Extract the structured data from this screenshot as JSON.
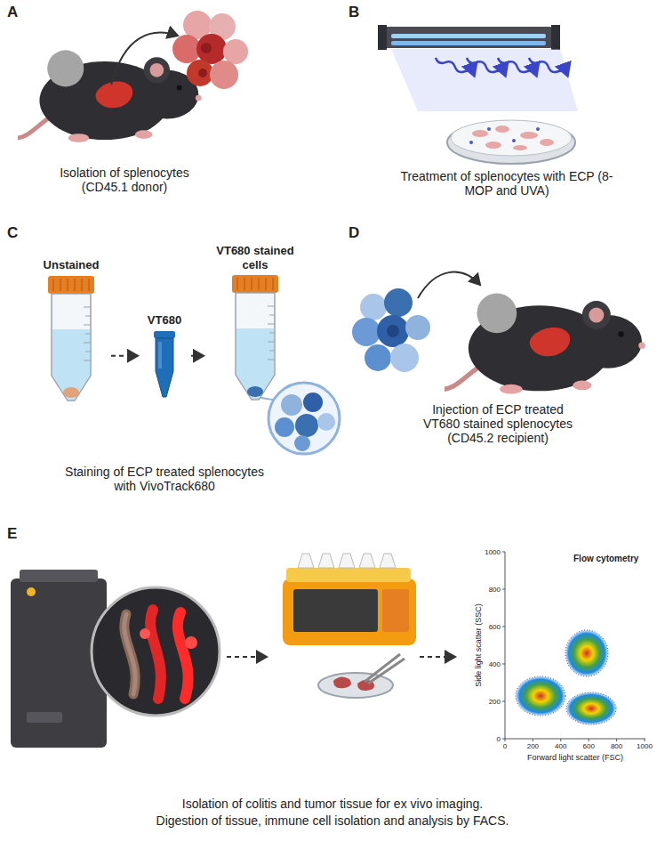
{
  "diagram": {
    "nodes": [
      {
        "text": [
          "Unstained"
        ]
      },
      {
        "text": [
          "VT680"
        ]
      },
      {
        "text": [
          "VT680 stained cells"
        ]
      }
    ],
    "edges": [
      {
        "from": 0,
        "to": 1,
        "arrow": "to"
      },
      {
        "from": 1,
        "to": 2,
        "arrow": "to"
      }
    ],
    "labels": [
      "A",
      "B",
      "C",
      "D",
      "E",
      "Isolation of splenocytes (CD45.1 donor)",
      "Treatment of splenocytes with ECP (8-MOP and UVA)",
      "Staining of ECP treated splenocytes with VivoTrack680",
      "Injection of ECP treated VT680 stained splenocytes (CD45.2 recipient)",
      "Isolation of colitis and tumor tissue for ex vivo imaging.",
      "Digestion of tissue, immune cell isolation and analysis by FACS.",
      "Flow cytometry",
      "Side light scatter (SSC)",
      "Forward light scatter (FSC)",
      "0",
      "200",
      "400",
      "600",
      "800",
      "1000",
      "0",
      "200",
      "400",
      "600",
      "800",
      "1000"
    ]
  }
}
